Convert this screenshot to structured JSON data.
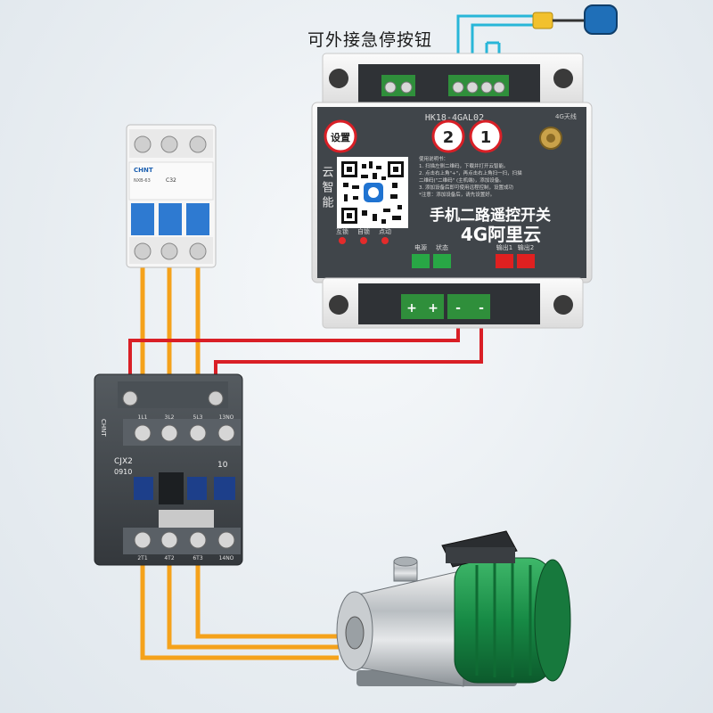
{
  "caption": "可外接急停按钮",
  "controller": {
    "model": "HK18-4GAL02",
    "band": "4G天线",
    "title_line1": "4G阿里云",
    "title_line2": "手机二路遥控开关",
    "badge_1": "1",
    "badge_2": "2",
    "badge_reset": "设置",
    "side_text": "云 智 能",
    "instructions": [
      "使用说明书：",
      "1. 扫描左侧二维码，下载并打开云智能。",
      "2. 点击右上角\"+\"，再点击右上角扫一扫，扫描",
      "二维码(\"二维码\" (主机端)，添加设备。",
      "3. 添加设备后即可使用远程控制，设置成功",
      "*注意：添加设备后，请先设置好。"
    ],
    "leds": [
      "点动",
      "自锁",
      "互锁"
    ],
    "label_power": "电源",
    "label_status": "状态",
    "label_out1": "输出1",
    "label_out2": "输出2",
    "terminal_plus": "+",
    "terminal_minus": "-"
  },
  "breaker": {
    "brand": "CHNT",
    "model": "NXB-63",
    "rating": "C32"
  },
  "contactor": {
    "brand": "CHNT",
    "model": "CJX2",
    "code": "0910",
    "current": "10",
    "top_labels": [
      "1L1",
      "3L2",
      "5L3",
      "13NO"
    ],
    "bottom_labels": [
      "2T1",
      "4T2",
      "6T3",
      "14NO"
    ]
  },
  "colors": {
    "wire_orange": "#f5a21b",
    "wire_red": "#d91f26",
    "wire_cyan": "#28b6d8",
    "device_gray": "#3e4347",
    "terminal_green": "#2e8b3a",
    "pump_green": "#1e8a4a",
    "float_blue": "#1f6fb8",
    "float_yellow": "#f2c12e"
  }
}
